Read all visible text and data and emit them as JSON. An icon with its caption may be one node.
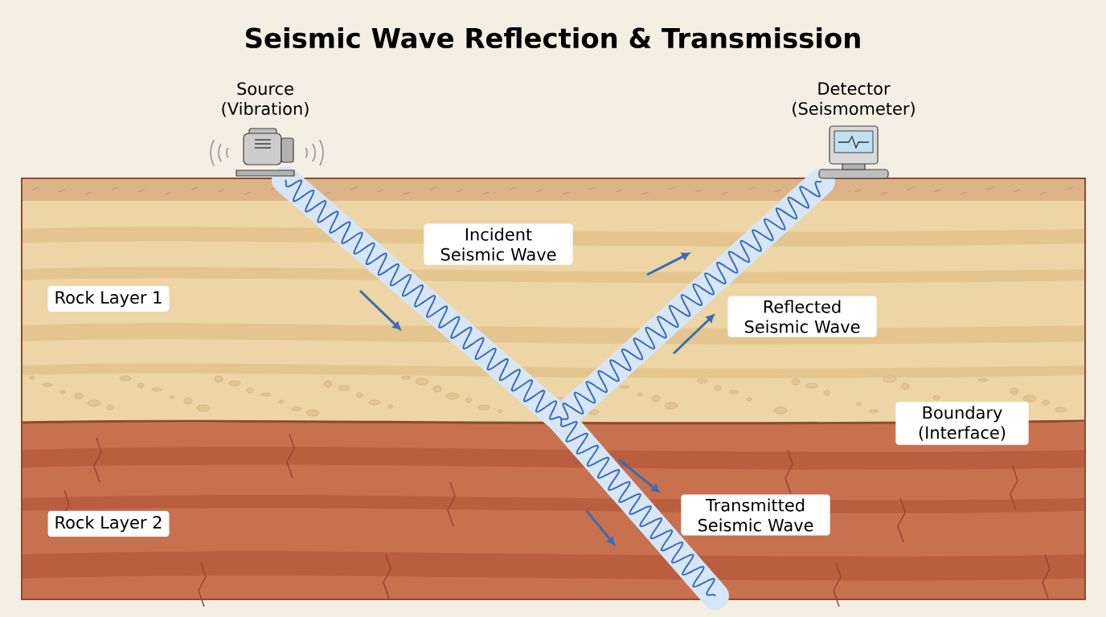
{
  "diagram": {
    "title": "Seismic Wave Reflection & Transmission",
    "nodes": [
      {
        "text": [
          "Source (Vibration)"
        ]
      },
      {
        "text": [
          "Detector (Seismometer)"
        ]
      },
      {
        "text": [
          "Rock Layer 1"
        ]
      },
      {
        "text": [
          "Rock Layer 2"
        ]
      }
    ],
    "edges": [
      {
        "from": 0,
        "to": 1,
        "arrow": "none"
      }
    ],
    "labels": [
      "Incident Seismic Wave",
      "Reflected Seismic Wave",
      "Boundary (Interface)",
      "Transmitted Seismic Wave"
    ]
  }
}
